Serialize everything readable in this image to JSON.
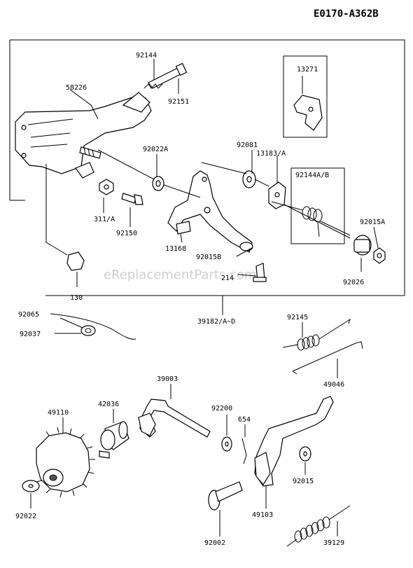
{
  "header": {
    "code": "E0170-A362B"
  },
  "watermark": "eReplacementParts.com",
  "parts": {
    "p92144": "92144",
    "p58226": "58226",
    "p92151": "92151",
    "p13271": "13271",
    "p92081": "92081",
    "p92022A": "92022A",
    "p13183A": "13183/A",
    "p92144AB": "92144A/B",
    "p92015A": "92015A",
    "p311A": "311/A",
    "p92150": "92150",
    "p92015B": "92015B",
    "p13168": "13168",
    "p92026": "92026",
    "p214": "214",
    "p130": "130",
    "p39182": "39182/A~D",
    "p92065": "92065",
    "p92037": "92037",
    "p92145": "92145",
    "p49046": "49046",
    "p39003": "39003",
    "p49110": "49110",
    "p42036": "42036",
    "p92200": "92200",
    "p654": "654",
    "p92015": "92015",
    "p49103": "49103",
    "p92022": "92022",
    "p92002": "92002",
    "p39129": "39129"
  }
}
